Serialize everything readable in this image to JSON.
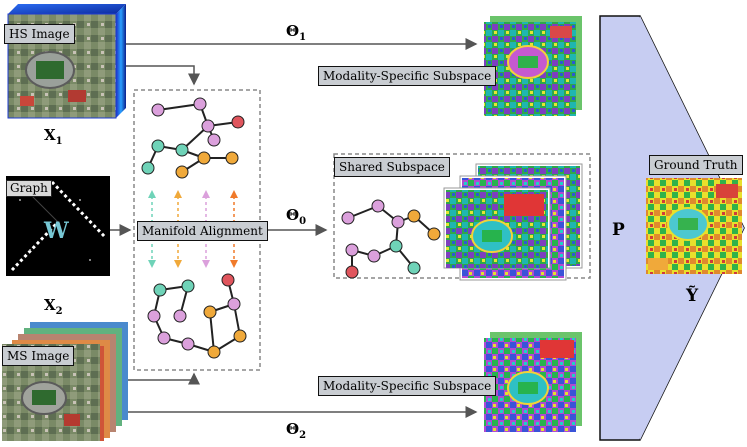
{
  "labels": {
    "hs_image": "HS Image",
    "ms_image": "MS Image",
    "graph": "Graph",
    "w_symbol": "W",
    "manifold_alignment": "Manifold Alignment",
    "modality_specific_top": "Modality-Specific Subspace",
    "modality_specific_bottom": "Modality-Specific Subspace",
    "shared_subspace": "Shared Subspace",
    "ground_truth": "Ground Truth",
    "projection": "P"
  },
  "math": {
    "x1_base": "X",
    "x1_sub": "1",
    "x2_base": "X",
    "x2_sub": "2",
    "theta1_base": "Θ",
    "theta1_sub": "1",
    "theta0_base": "Θ",
    "theta0_sub": "0",
    "theta2_base": "Θ",
    "theta2_sub": "2",
    "y_tilde": "Ỹ"
  },
  "colors": {
    "node_pink": "#dba0dc",
    "node_teal": "#6fd3b8",
    "node_red": "#e0555d",
    "node_orange": "#f0a93a",
    "label_fill": "#c9cdd2",
    "arrow": "#555555",
    "projection_fill": "#c7cdf2"
  }
}
